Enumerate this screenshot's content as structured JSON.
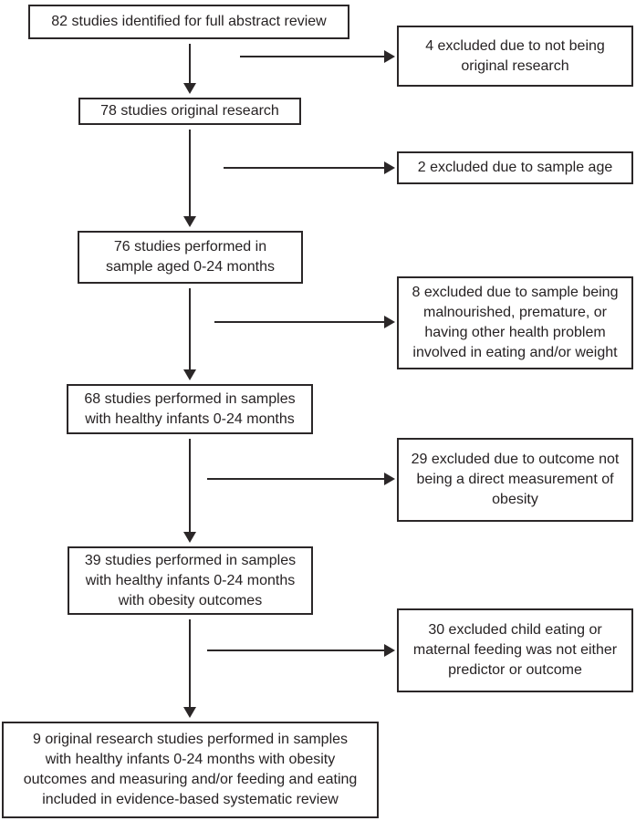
{
  "figure": {
    "type": "flow-diagram",
    "description": "Study selection flowchart for systematic review"
  },
  "colors": {
    "line": "#2b2728",
    "text": "#262223",
    "background": "#ffffff"
  },
  "flowchart": {
    "main_path": [
      {
        "id": "identified",
        "count": 82,
        "text": "82 studies identified for full abstract review"
      },
      {
        "id": "original-research",
        "count": 78,
        "text": "78 studies original research"
      },
      {
        "id": "sample-age",
        "count": 76,
        "text": "76 studies performed in\nsample aged 0-24 months"
      },
      {
        "id": "healthy-infants",
        "count": 68,
        "text": "68 studies performed in samples\nwith healthy infants 0-24 months"
      },
      {
        "id": "obesity-outcomes",
        "count": 39,
        "text": "39 studies performed in samples\nwith healthy infants 0-24 months\nwith obesity outcomes"
      },
      {
        "id": "final-included",
        "count": 9,
        "text": "9 original research studies performed in samples\nwith healthy infants 0-24 months with obesity\noutcomes and measuring and/or feeding and eating\nincluded in evidence-based systematic review"
      }
    ],
    "exclusions": [
      {
        "id": "not-original",
        "count": 4,
        "text": "4 excluded due to not being\noriginal research"
      },
      {
        "id": "sample-age-excluded",
        "count": 2,
        "text": "2 excluded due to sample age"
      },
      {
        "id": "health-problems",
        "count": 8,
        "text": "8 excluded due to sample being\nmalnourished, premature, or\nhaving other health problem\ninvolved in eating and/or weight"
      },
      {
        "id": "no-obesity-measure",
        "count": 29,
        "text": "29 excluded due to outcome not\nbeing a direct measurement of\nobesity"
      },
      {
        "id": "no-predictor-outcome",
        "count": 30,
        "text": "30 excluded child eating or\nmaternal feeding was not either\npredictor or outcome"
      }
    ]
  }
}
